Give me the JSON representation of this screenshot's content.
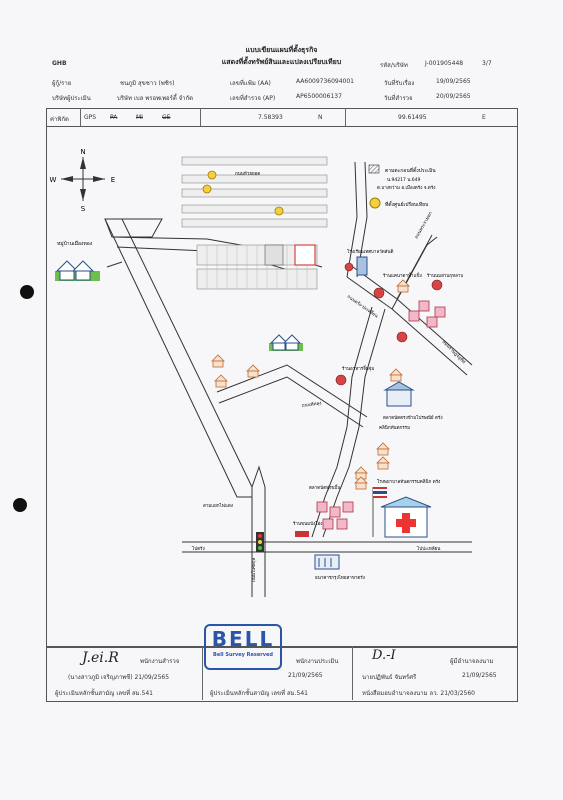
{
  "header": {
    "company": "GHB",
    "title_line1": "แบบเขียนแผนที่ตั้งธุรกิจ",
    "title_line2": "แสดงที่ตั้งทรัพย์สินและแปลงเปรียบเทียบ",
    "ref_label": "รหัส/บริษัท",
    "ref_value": "J-001905448",
    "page": "3/7",
    "borrower_label": "ผู้กู้/ราย",
    "borrower_name": "ชนภูมิ สุขชาว (พชิร)",
    "company_label": "บริษัทผู้ประเมิน",
    "company_name": "บริษัท เบล พรอพเพอร์ตี้ จำกัด",
    "aa_label": "เลขที่แฟ้ม (AA)",
    "aa_value": "AA6009736094001",
    "ap_label": "เลขที่สำรวจ (AP)",
    "ap_value": "AP6500006137",
    "date1_label": "วันที่รับเรื่อง",
    "date1_value": "19/09/2565",
    "date2_label": "วันที่สำรวจ",
    "date2_value": "20/09/2565"
  },
  "coords": {
    "label": "ค่าพิกัด",
    "gps": "GPS",
    "pa": "PA",
    "mi": "MI",
    "ge": "GE",
    "lat": "7.58393",
    "n": "N",
    "lon": "99.61495",
    "e": "E"
  },
  "map": {
    "compass": {
      "n": "N",
      "s": "S",
      "e": "E",
      "w": "W"
    },
    "legend1": "ตามตะกอนที่ตั้งประเมิน",
    "legend1_sub1": "น.94217 น.649",
    "legend1_sub2": "ต.บางหว่าม อ.เมืองตรัง จ.ตรัง",
    "legend2": "ที่ตั้งศูนย์เปรียบเทียบ",
    "lbl_village": "หมู่บ้านเมืองทอง",
    "lbl_school1": "โรงเรียนเทศบาลวัดสันติ",
    "lbl_shop1": "ร้านแคนาดาน้ำแข็ง",
    "lbl_shop2": "ร้านนมสวนกุหลาบ",
    "lbl_shop3": "ร้านอาหารจิ้มจุ่ม",
    "lbl_market": "ตลาดนัดตรงข้ามไปรษณีย์ ตรัง",
    "lbl_clinic": "คลินิกทันตกรรม",
    "lbl_hospital": "โรงพยาบาลทันตกรรมคลินิก ตรัง",
    "lbl_market2": "ตลาดนัดทุ่งขมิ้น",
    "lbl_shop4": "ร้านขนมปังโอ่ง",
    "lbl_bank": "ธนาคารกรุงไทยสาขาตรัง",
    "lbl_signal": "สามแยกไฟแดง",
    "road1": "ถนนห้วยยอด",
    "road2": "ถนนพัทลุง",
    "road3": "ถนนตรัง-ปะเหลียน",
    "road4": "ถนนราษฎร์อุทิศ",
    "road5": "ถนนพระรามหก",
    "road6": "ถนนวิเศษกุล",
    "road7": "ไปตรัง",
    "road8": "ไปปะเหลียน"
  },
  "footer": {
    "sig1_role": "พนักงานสำรวจ",
    "sig1_name": "(นางสาวภูมิ เจริญภาพชี) 21/09/2565",
    "sig1_title": "ผู้ประเมินหลักชั้นสามัญ เลขที่ สม.541",
    "stamp_text": "BELL",
    "stamp_sub": "Bell Survey Reserved",
    "sig2_role": "พนักงานประเมิน",
    "sig2_date": "21/09/2565",
    "sig2_title": "ผู้ประเมินหลักชั้นสามัญ เลขที่ สม.541",
    "sig3_role": "ผู้มีอำนาจลงนาม",
    "sig3_name": "นายปฏิพันธ์ จันทร์ศรี",
    "sig3_date": "21/09/2565",
    "sig3_title": "หนังสือมอบอำนาจลงนาม ลว. 21/03/2560"
  }
}
